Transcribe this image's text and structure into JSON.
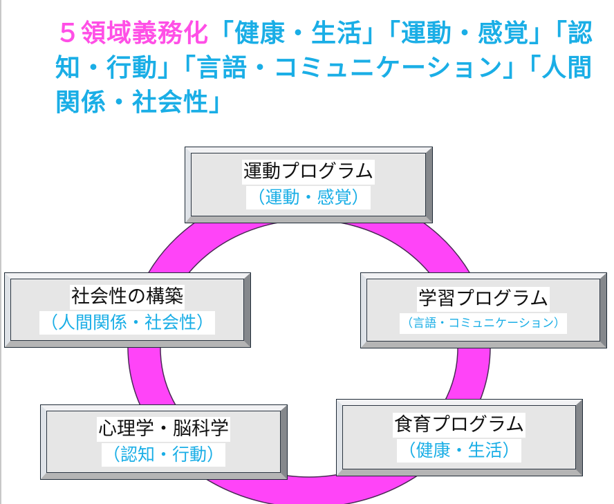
{
  "headline": {
    "accent_text": "５領域義務化",
    "rest_text": "「健康・生活」「運動・感覚」「認知・行動」「言語・コミュニケーション」「人間関係・社会性」"
  },
  "colors": {
    "accent_pink": "#ff4fe6",
    "accent_blue": "#1aaee6",
    "ring": "#ff44f8",
    "box_face": "#e6e6e6"
  },
  "cycle": [
    {
      "id": "top",
      "title": "運動プログラム",
      "domain": "（運動・感覚）"
    },
    {
      "id": "right",
      "title": "学習プログラム",
      "domain": "（言語・コミュニケーション）"
    },
    {
      "id": "bottom-right",
      "title": "食育プログラム",
      "domain": "（健康・生活）"
    },
    {
      "id": "bottom-left",
      "title": "心理学・脳科学",
      "domain": "（認知・行動）"
    },
    {
      "id": "left",
      "title": "社会性の構築",
      "domain": "（人間関係・社会性）"
    }
  ]
}
